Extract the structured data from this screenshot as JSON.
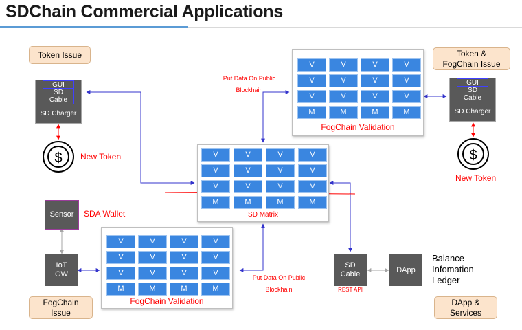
{
  "title": "SDChain Commercial Applications",
  "tags": {
    "token_issue": "Token Issue",
    "token_fog_line1": "Token &",
    "token_fog_line2": "FogChain Issue",
    "fogchain_issue_line1": "FogChain",
    "fogchain_issue_line2": "Issue",
    "dapp_services_line1": "DApp &",
    "dapp_services_line2": "Services"
  },
  "charger": {
    "gui": "GUI",
    "sd_cable_line1": "SD",
    "sd_cable_line2": "Cable",
    "label": "SD Charger"
  },
  "coin_symbol": "$",
  "new_token": "New Token",
  "sensor": "Sensor",
  "sda_wallet": "SDA Wallet",
  "iot_gw_line1": "IoT",
  "iot_gw_line2": "GW",
  "sd_cable_right_line1": "SD",
  "sd_cable_right_line2": "Cable",
  "rest_api": "REST API",
  "dapp": "DApp",
  "balance_lines": [
    "Balance",
    "Infomation",
    "Ledger"
  ],
  "matrix_rows": [
    [
      "V",
      "V",
      "V",
      "V"
    ],
    [
      "V",
      "V",
      "V",
      "V"
    ],
    [
      "V",
      "V",
      "V",
      "V"
    ],
    [
      "M",
      "M",
      "M",
      "M"
    ]
  ],
  "sd_matrix_label": "SD Matrix",
  "fogchain_validation": "FogChain Validation",
  "put_data_line1": "Put Data On Public",
  "put_data_line2": "Blockhain",
  "colors": {
    "cell_blue": "#3a86e0",
    "dark_box": "#595959",
    "tag_fill": "#fce4cc",
    "arrow_blue": "#3333cc",
    "arrow_red": "#ff0000",
    "arrow_gray": "#a6a6a6",
    "accent_line": "#5b9bd5"
  }
}
